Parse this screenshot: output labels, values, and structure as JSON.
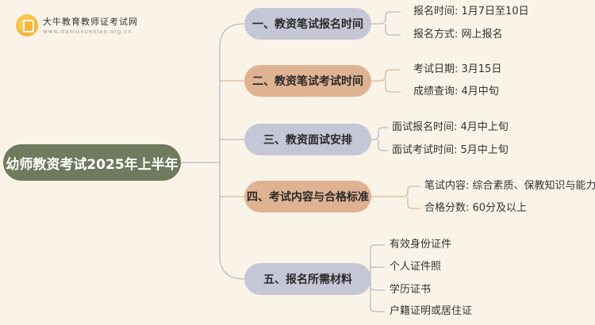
{
  "logo": {
    "title": "大牛教育教师证考试网",
    "url": "www.daniuxuexiao.org.cn"
  },
  "root": {
    "label": "幼师教资考试2025年上半年"
  },
  "branches": [
    {
      "label": "一、教资笔试报名时间",
      "color": "lavender",
      "items": [
        "报名时间: 1月7日至10日",
        "报名方式: 网上报名"
      ]
    },
    {
      "label": "二、教资笔试考试时间",
      "color": "peach",
      "items": [
        "考试日期: 3月15日",
        "成绩查询: 4月中旬"
      ]
    },
    {
      "label": "三、教资面试安排",
      "color": "lavender",
      "items": [
        "面试报名时间: 4月中上旬",
        "面试考试时间: 5月中上旬"
      ]
    },
    {
      "label": "四、考试内容与合格标准",
      "color": "peach",
      "items": [
        "笔试内容: 综合素质、保教知识与能力",
        "合格分数: 60分及以上"
      ]
    },
    {
      "label": "五、报名所需材料",
      "color": "lavender",
      "items": [
        "有效身份证件",
        "个人证件照",
        "学历证书",
        "户籍证明或居住证"
      ]
    }
  ]
}
